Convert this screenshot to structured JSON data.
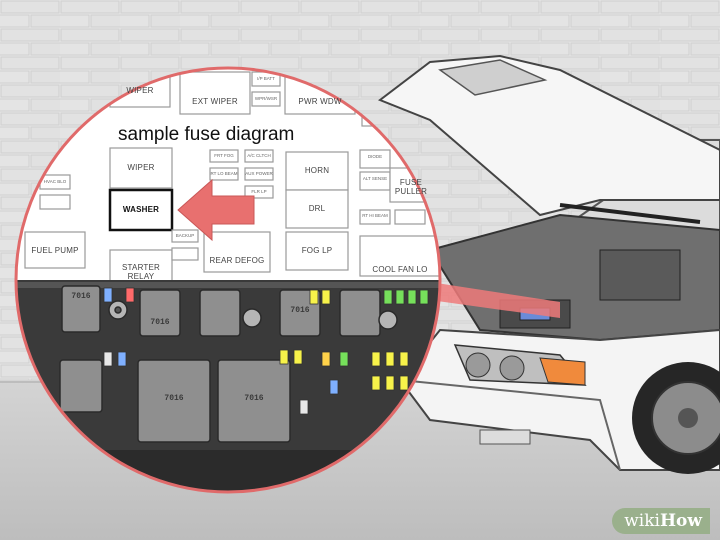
{
  "diagram": {
    "title": "sample fuse diagram",
    "fuse_labels": {
      "wiper_top": "WIPER",
      "ext_wiper": "EXT WIPER",
      "pwr_wdw": "PWR WDW",
      "wiper": "WIPER",
      "washer": "WASHER",
      "horn": "HORN",
      "fuse_puller": "FUSE PULLER",
      "drl": "DRL",
      "fuel_pump": "FUEL PUMP",
      "starter_relay": "STARTER RELAY",
      "rear_defog": "REAR DEFOG",
      "fog_lp": "FOG LP",
      "cool_fan_lo": "COOL FAN LO"
    },
    "small_labels": [
      "I/P BATT",
      "WPR/WSR",
      "FRT FOG",
      "A/C CLTCH",
      "RT LO BEAM",
      "AUX POWER",
      "FLR LP",
      "DIODE",
      "ALT SENSE",
      "HVAC BLO",
      "BACKUP",
      "RT HI BEAM"
    ],
    "relay_code": "7016"
  },
  "logo": {
    "wiki": "wiki",
    "how": "How"
  },
  "colors": {
    "arrow": "#e8706f",
    "beam": "#ef7a7a",
    "circle_border": "#e06a6a",
    "wall": "#e6e6e6",
    "car_body": "#f4f4f4"
  }
}
